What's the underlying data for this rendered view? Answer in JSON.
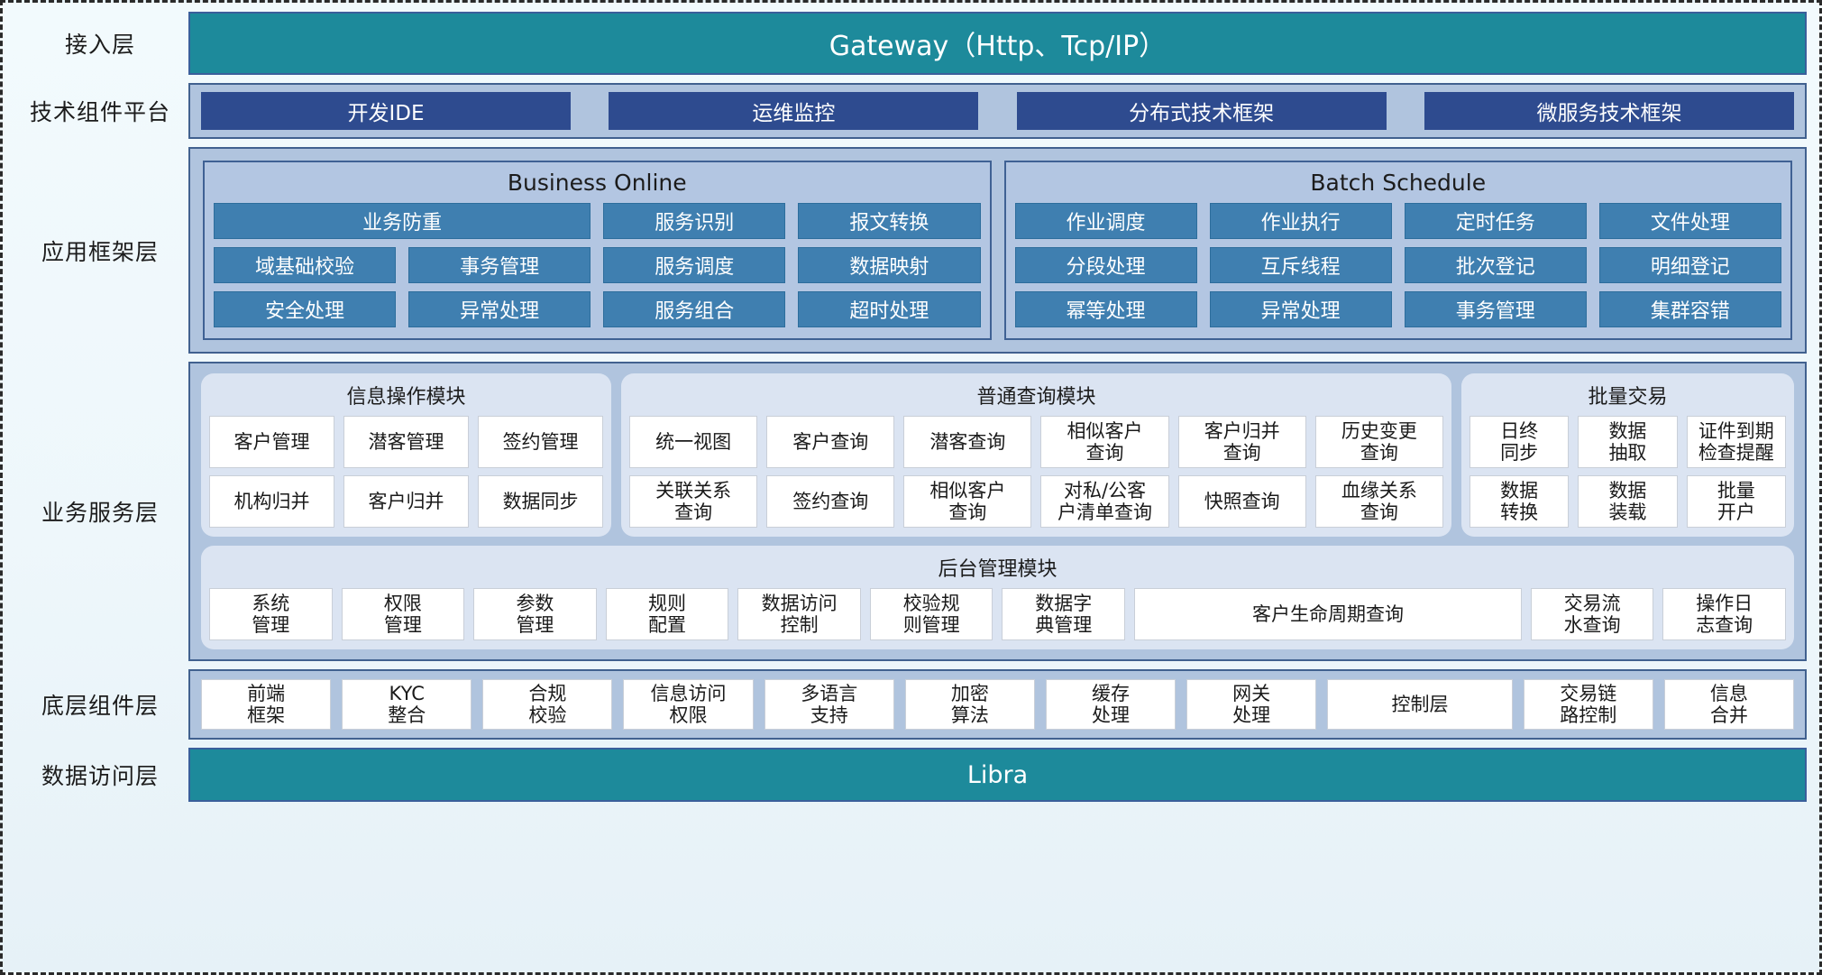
{
  "colors": {
    "teal": "#1d8a9b",
    "panel_blue": "#b0c4de",
    "chip_dark_blue": "#2e4b8f",
    "chip_blue": "#3f7fb0",
    "card_bg": "#dbe4f2"
  },
  "layers": [
    {
      "id": "access",
      "label": "接入层"
    },
    {
      "id": "tech",
      "label": "技术组件平台"
    },
    {
      "id": "appframe",
      "label": "应用框架层"
    },
    {
      "id": "bizservice",
      "label": "业务服务层"
    },
    {
      "id": "component",
      "label": "底层组件层"
    },
    {
      "id": "dataaccess",
      "label": "数据访问层"
    }
  ],
  "access": {
    "bar_label": "Gateway（Http、Tcp/IP）"
  },
  "tech": {
    "chips": [
      "开发IDE",
      "运维监控",
      "分布式技术框架",
      "微服务技术框架"
    ]
  },
  "appframe": {
    "business_online": {
      "title": "Business Online",
      "items": [
        {
          "label": "业务防重",
          "span": 2
        },
        {
          "label": "服务识别",
          "span": 1
        },
        {
          "label": "报文转换",
          "span": 1
        },
        {
          "label": "域基础校验",
          "span": 1
        },
        {
          "label": "事务管理",
          "span": 1
        },
        {
          "label": "服务调度",
          "span": 1
        },
        {
          "label": "数据映射",
          "span": 1
        },
        {
          "label": "安全处理",
          "span": 1
        },
        {
          "label": "异常处理",
          "span": 1
        },
        {
          "label": "服务组合",
          "span": 1
        },
        {
          "label": "超时处理",
          "span": 1
        }
      ]
    },
    "batch_schedule": {
      "title": "Batch Schedule",
      "items": [
        {
          "label": "作业调度",
          "span": 1
        },
        {
          "label": "作业执行",
          "span": 1
        },
        {
          "label": "定时任务",
          "span": 1
        },
        {
          "label": "文件处理",
          "span": 1
        },
        {
          "label": "分段处理",
          "span": 1
        },
        {
          "label": "互斥线程",
          "span": 1
        },
        {
          "label": "批次登记",
          "span": 1
        },
        {
          "label": "明细登记",
          "span": 1
        },
        {
          "label": "幂等处理",
          "span": 1
        },
        {
          "label": "异常处理",
          "span": 1
        },
        {
          "label": "事务管理",
          "span": 1
        },
        {
          "label": "集群容错",
          "span": 1
        }
      ]
    }
  },
  "bizservice": {
    "info_module": {
      "title": "信息操作模块",
      "items": [
        "客户管理",
        "潜客管理",
        "签约管理",
        "机构归并",
        "客户归并",
        "数据同步"
      ]
    },
    "query_module": {
      "title": "普通查询模块",
      "items": [
        "统一视图",
        "客户查询",
        "潜客查询",
        "相似客户\n查询",
        "客户归并\n查询",
        "历史变更\n查询",
        "关联关系\n查询",
        "签约查询",
        "相似客户\n查询",
        "对私/公客\n户清单查询",
        "快照查询",
        "血缘关系\n查询"
      ]
    },
    "batch_module": {
      "title": "批量交易",
      "items": [
        "日终\n同步",
        "数据\n抽取",
        "证件到期\n检查提醒",
        "数据\n转换",
        "数据\n装载",
        "批量\n开户"
      ]
    },
    "admin_module": {
      "title": "后台管理模块",
      "items": [
        {
          "label": "系统\n管理",
          "span": 1
        },
        {
          "label": "权限\n管理",
          "span": 1
        },
        {
          "label": "参数\n管理",
          "span": 1
        },
        {
          "label": "规则\n配置",
          "span": 1
        },
        {
          "label": "数据访问\n控制",
          "span": 1
        },
        {
          "label": "校验规\n则管理",
          "span": 1
        },
        {
          "label": "数据字\n典管理",
          "span": 1
        },
        {
          "label": "客户生命周期查询",
          "span": 3
        },
        {
          "label": "交易流\n水查询",
          "span": 1
        },
        {
          "label": "操作日\n志查询",
          "span": 1
        }
      ]
    }
  },
  "component": {
    "items": [
      {
        "label": "前端\n框架",
        "wide": false
      },
      {
        "label": "KYC\n整合",
        "wide": false
      },
      {
        "label": "合规\n校验",
        "wide": false
      },
      {
        "label": "信息访问\n权限",
        "wide": false
      },
      {
        "label": "多语言\n支持",
        "wide": false
      },
      {
        "label": "加密\n算法",
        "wide": false
      },
      {
        "label": "缓存\n处理",
        "wide": false
      },
      {
        "label": "网关\n处理",
        "wide": false
      },
      {
        "label": "控制层",
        "wide": true
      },
      {
        "label": "交易链\n路控制",
        "wide": false
      },
      {
        "label": "信息\n合并",
        "wide": false
      }
    ]
  },
  "dataaccess": {
    "bar_label": "Libra"
  }
}
